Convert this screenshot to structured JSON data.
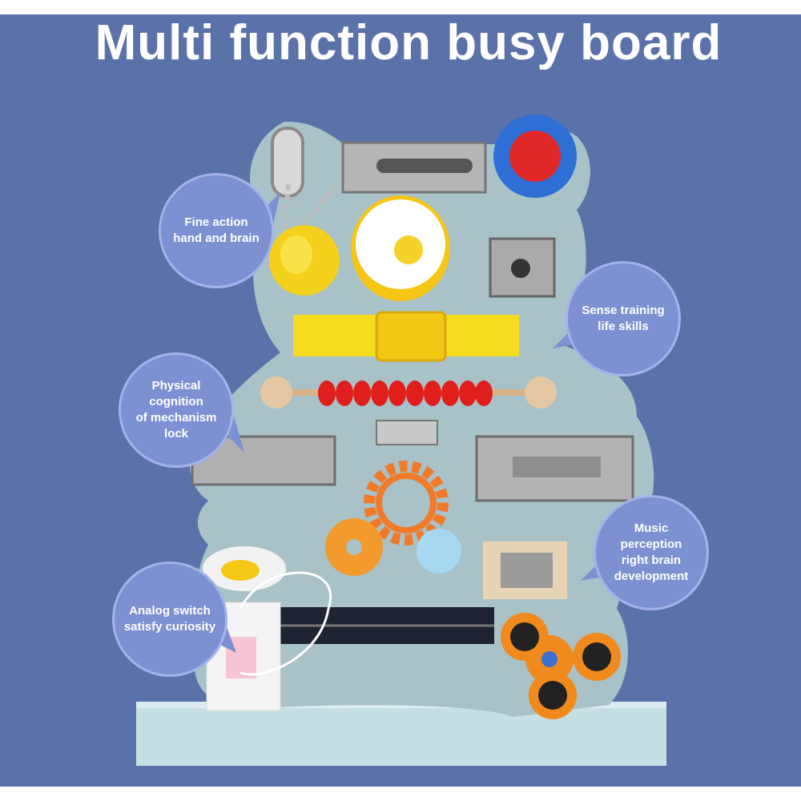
{
  "title": "Multi function busy board",
  "callouts": [
    {
      "lines": [
        "Fine action",
        "hand and brain"
      ]
    },
    {
      "lines": [
        "Sense training",
        "life skills"
      ]
    },
    {
      "lines": [
        "Physical",
        "cognition",
        "of mechanism",
        "lock"
      ]
    },
    {
      "lines": [
        "Music",
        "perception",
        "right brain",
        "development"
      ]
    },
    {
      "lines": [
        "Analog switch",
        "satisfy curiosity"
      ]
    }
  ],
  "colors": {
    "background": "#5b71a9",
    "bubble": "#7d91d2",
    "board": "#a8c2c8",
    "base": "#c6dfe3"
  }
}
